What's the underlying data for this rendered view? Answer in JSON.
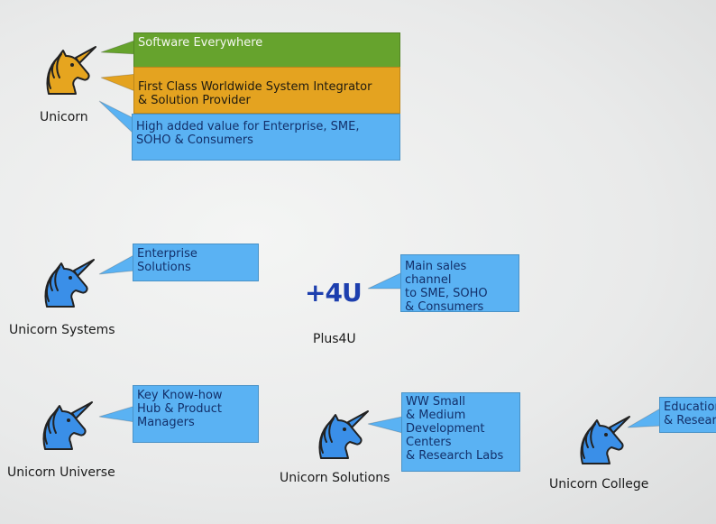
{
  "main": {
    "name": "Unicorn",
    "logo_color": "#e6a51f",
    "callouts": [
      {
        "text": "Software Everywhere",
        "color": "#66a32d"
      },
      {
        "text": "First Class Worldwide System Integrator\n& Solution Provider",
        "color": "#e4a320"
      },
      {
        "text": "High added value for Enterprise, SME,\nSOHO & Consumers",
        "color": "#5ab2f3"
      }
    ]
  },
  "units": [
    {
      "id": "systems",
      "name": "Unicorn Systems",
      "callout": "Enterprise\nSolutions"
    },
    {
      "id": "plus4u",
      "name": "Plus4U",
      "logo_text": "+4U",
      "callout": "Main sales channel\nto SME, SOHO\n& Consumers"
    },
    {
      "id": "universe",
      "name": "Unicorn Universe",
      "callout": "Key Know-how\nHub & Product\nManagers"
    },
    {
      "id": "solutions",
      "name": "Unicorn Solutions",
      "callout": "WW Small\n& Medium\nDevelopment\nCenters\n& Research Labs"
    },
    {
      "id": "college",
      "name": "Unicorn College",
      "callout": "Education\n& Research"
    }
  ],
  "colors": {
    "unit_logo": "#3a8fe8",
    "plus4u_logo": "#1d3fae",
    "callout_blue": "#5ab2f3"
  }
}
